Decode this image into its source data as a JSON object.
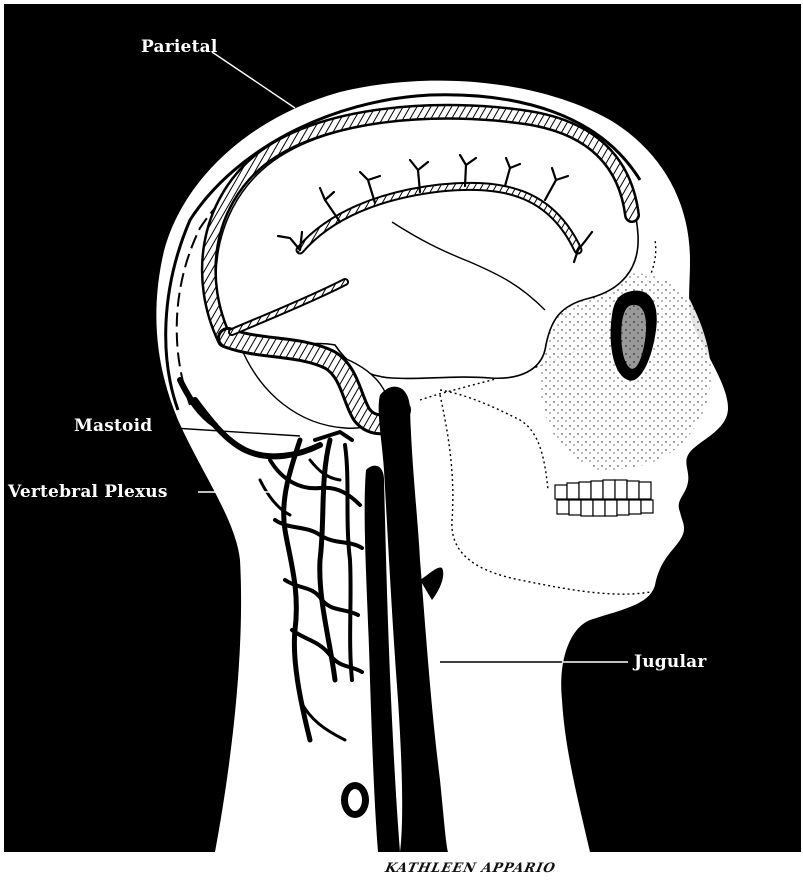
{
  "labels": {
    "parietal": "Parietal",
    "mastoid": "Mastoid",
    "vertebral_plexus": "Vertebral Plexus",
    "jugular": "Jugular"
  },
  "signature": "KATHLEEN APPARIO",
  "colors": {
    "background": "#000000",
    "head": "#ffffff",
    "vein": "#000000",
    "sinus": "#cfcfcf",
    "label_text": "#ffffff",
    "page": "#ffffff"
  }
}
